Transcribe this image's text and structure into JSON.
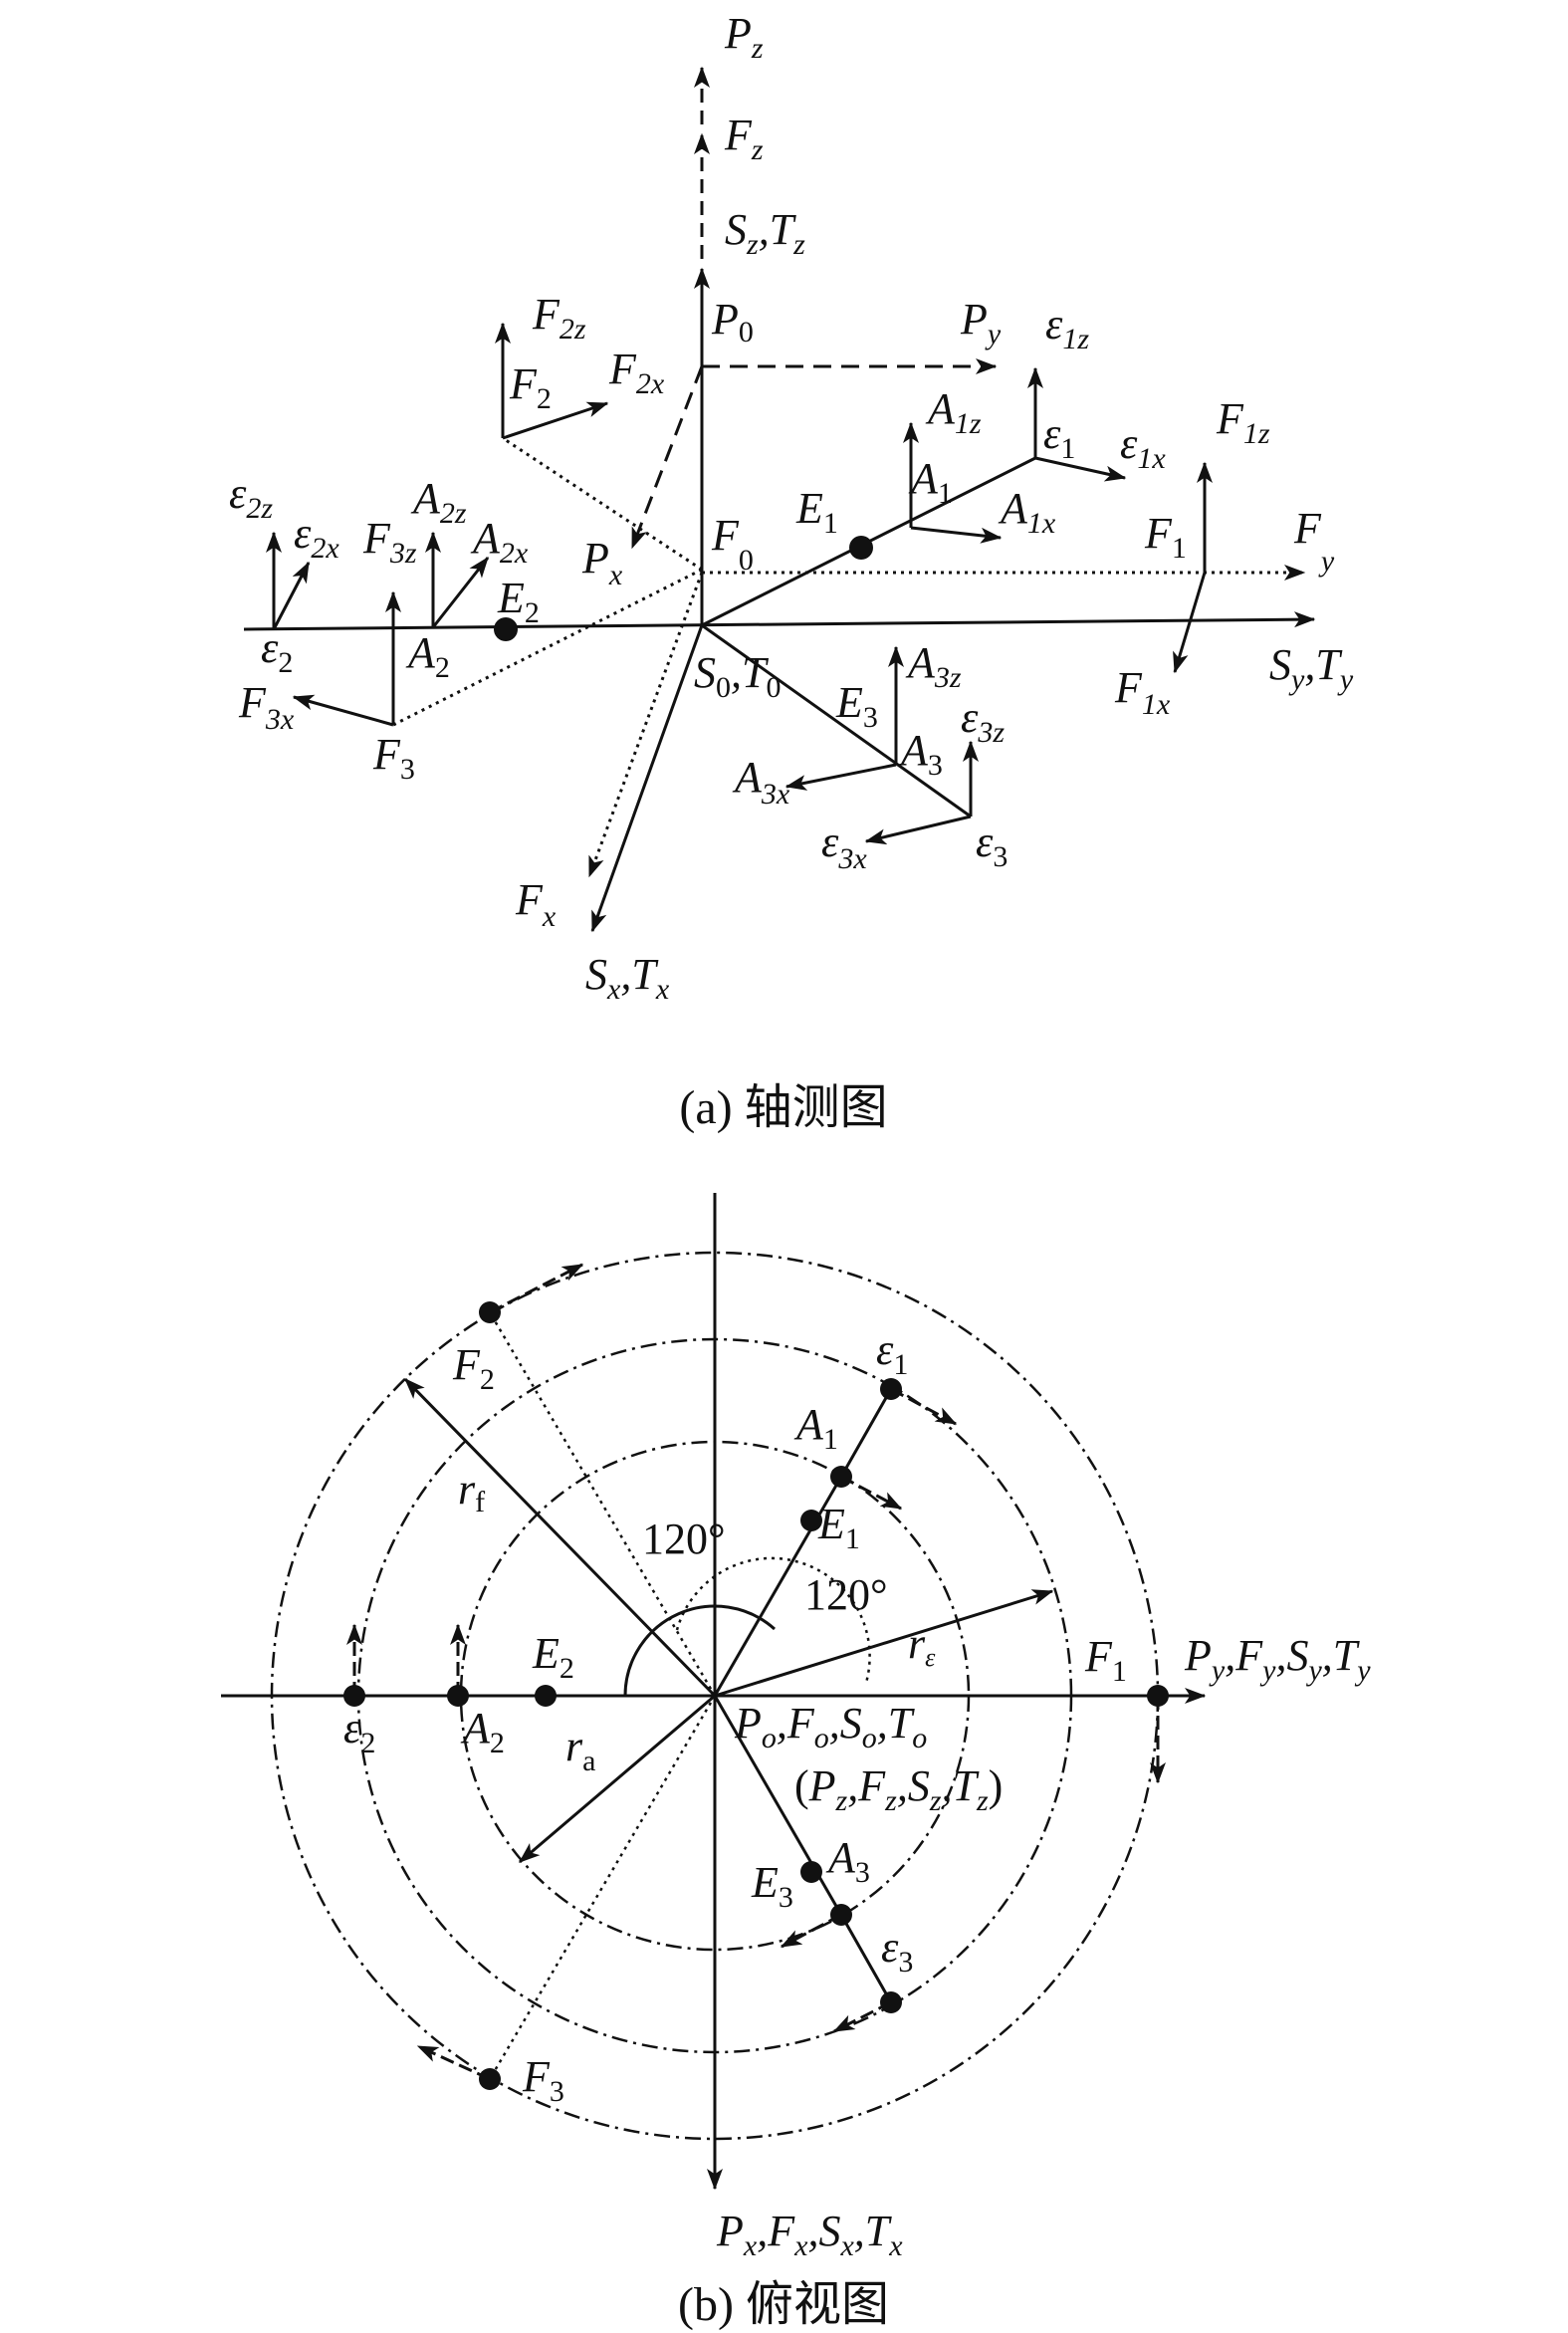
{
  "captions": {
    "a": "(a) 轴测图",
    "b": "(b) 俯视图"
  },
  "axo": {
    "Pz": {
      "m": "P",
      "s": "z"
    },
    "Fz": {
      "m": "F",
      "s": "z"
    },
    "SzTz": {
      "m1": "S",
      "s1": "z",
      "sep": ",",
      "m2": "T",
      "s2": "z"
    },
    "P0": {
      "m": "P",
      "s": "0"
    },
    "Py": {
      "m": "P",
      "s": "y"
    },
    "eps1z": {
      "m": "ε",
      "s": "1z"
    },
    "F2z": {
      "m": "F",
      "s": "2z"
    },
    "F2": {
      "m": "F",
      "s": "2"
    },
    "F2x": {
      "m": "F",
      "s": "2x"
    },
    "A1z": {
      "m": "A",
      "s": "1z"
    },
    "eps1": {
      "m": "ε",
      "s": "1"
    },
    "eps1x": {
      "m": "ε",
      "s": "1x"
    },
    "F1z": {
      "m": "F",
      "s": "1z"
    },
    "A1": {
      "m": "A",
      "s": "1"
    },
    "A1x": {
      "m": "A",
      "s": "1x"
    },
    "E1": {
      "m": "E",
      "s": "1"
    },
    "F1": {
      "m": "F",
      "s": "1"
    },
    "Fy": {
      "m": "F",
      "s": "y"
    },
    "eps2z": {
      "m": "ε",
      "s": "2z"
    },
    "eps2x": {
      "m": "ε",
      "s": "2x"
    },
    "A2z": {
      "m": "A",
      "s": "2z"
    },
    "F3z": {
      "m": "F",
      "s": "3z"
    },
    "A2x": {
      "m": "A",
      "s": "2x"
    },
    "Px": {
      "m": "P",
      "s": "x"
    },
    "F0": {
      "m": "F",
      "s": "0"
    },
    "E2": {
      "m": "E",
      "s": "2"
    },
    "eps2": {
      "m": "ε",
      "s": "2"
    },
    "A2": {
      "m": "A",
      "s": "2"
    },
    "S0T0": {
      "m1": "S",
      "s1": "0",
      "sep": ",",
      "m2": "T",
      "s2": "0"
    },
    "A3z": {
      "m": "A",
      "s": "3z"
    },
    "E3": {
      "m": "E",
      "s": "3"
    },
    "SyTy": {
      "m1": "S",
      "s1": "y",
      "sep": ",",
      "m2": "T",
      "s2": "y"
    },
    "F1x": {
      "m": "F",
      "s": "1x"
    },
    "F3x": {
      "m": "F",
      "s": "3x"
    },
    "F3": {
      "m": "F",
      "s": "3"
    },
    "A3": {
      "m": "A",
      "s": "3"
    },
    "eps3z": {
      "m": "ε",
      "s": "3z"
    },
    "A3x": {
      "m": "A",
      "s": "3x"
    },
    "eps3x": {
      "m": "ε",
      "s": "3x"
    },
    "eps3": {
      "m": "ε",
      "s": "3"
    },
    "Fx": {
      "m": "F",
      "s": "x"
    },
    "SxTx": {
      "m1": "S",
      "s1": "x",
      "sep": ",",
      "m2": "T",
      "s2": "x"
    }
  },
  "top": {
    "eps1": {
      "m": "ε",
      "s": "1"
    },
    "F2": {
      "m": "F",
      "s": "2"
    },
    "A1": {
      "m": "A",
      "s": "1"
    },
    "rf": {
      "m": "r",
      "s": "f"
    },
    "E1": {
      "m": "E",
      "s": "1"
    },
    "angle1": "120°",
    "angle2": "120°",
    "reps": {
      "m": "r",
      "s": "ε"
    },
    "F1": {
      "m": "F",
      "s": "1"
    },
    "E2": {
      "m": "E",
      "s": "2"
    },
    "right_axis": [
      {
        "m": "P",
        "s": "y"
      },
      {
        "m": "F",
        "s": "y"
      },
      {
        "m": "S",
        "s": "y"
      },
      {
        "m": "T",
        "s": "y"
      }
    ],
    "eps2": {
      "m": "ε",
      "s": "2"
    },
    "A2": {
      "m": "A",
      "s": "2"
    },
    "ra": {
      "m": "r",
      "s": "a"
    },
    "center": [
      {
        "m": "P",
        "s": "o"
      },
      {
        "m": "F",
        "s": "o"
      },
      {
        "m": "S",
        "s": "o"
      },
      {
        "m": "T",
        "s": "o"
      }
    ],
    "center_paren": [
      {
        "m": "P",
        "s": "z"
      },
      {
        "m": "F",
        "s": "z"
      },
      {
        "m": "S",
        "s": "z"
      },
      {
        "m": "T",
        "s": "z"
      }
    ],
    "A3": {
      "m": "A",
      "s": "3"
    },
    "E3": {
      "m": "E",
      "s": "3"
    },
    "eps3": {
      "m": "ε",
      "s": "3"
    },
    "F3": {
      "m": "F",
      "s": "3"
    },
    "bottom_axis": [
      {
        "m": "P",
        "s": "x"
      },
      {
        "m": "F",
        "s": "x"
      },
      {
        "m": "S",
        "s": "x"
      },
      {
        "m": "T",
        "s": "x"
      }
    ]
  }
}
